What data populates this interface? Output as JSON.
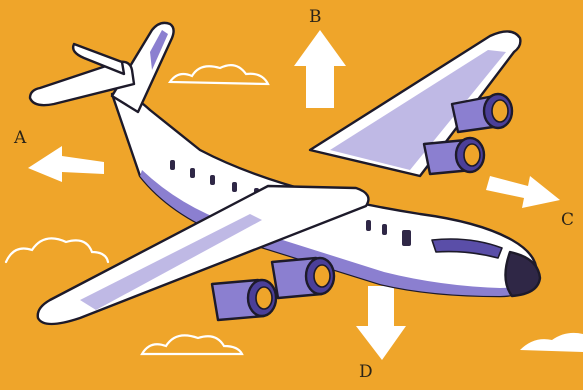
{
  "labels": {
    "a": "A",
    "b": "B",
    "c": "C",
    "d": "D"
  },
  "colors": {
    "background": "#efa52a",
    "aircraft_body": "#ffffff",
    "aircraft_accent": "#8b7fd0",
    "aircraft_shadow": "#5a4ea8",
    "outline": "#1d1a2a",
    "arrows": "#ffffff",
    "clouds": "#ffffff"
  },
  "icons": [
    "airplane-icon",
    "arrow-left-icon",
    "arrow-up-icon",
    "arrow-right-icon",
    "arrow-down-icon",
    "cloud-icon"
  ]
}
